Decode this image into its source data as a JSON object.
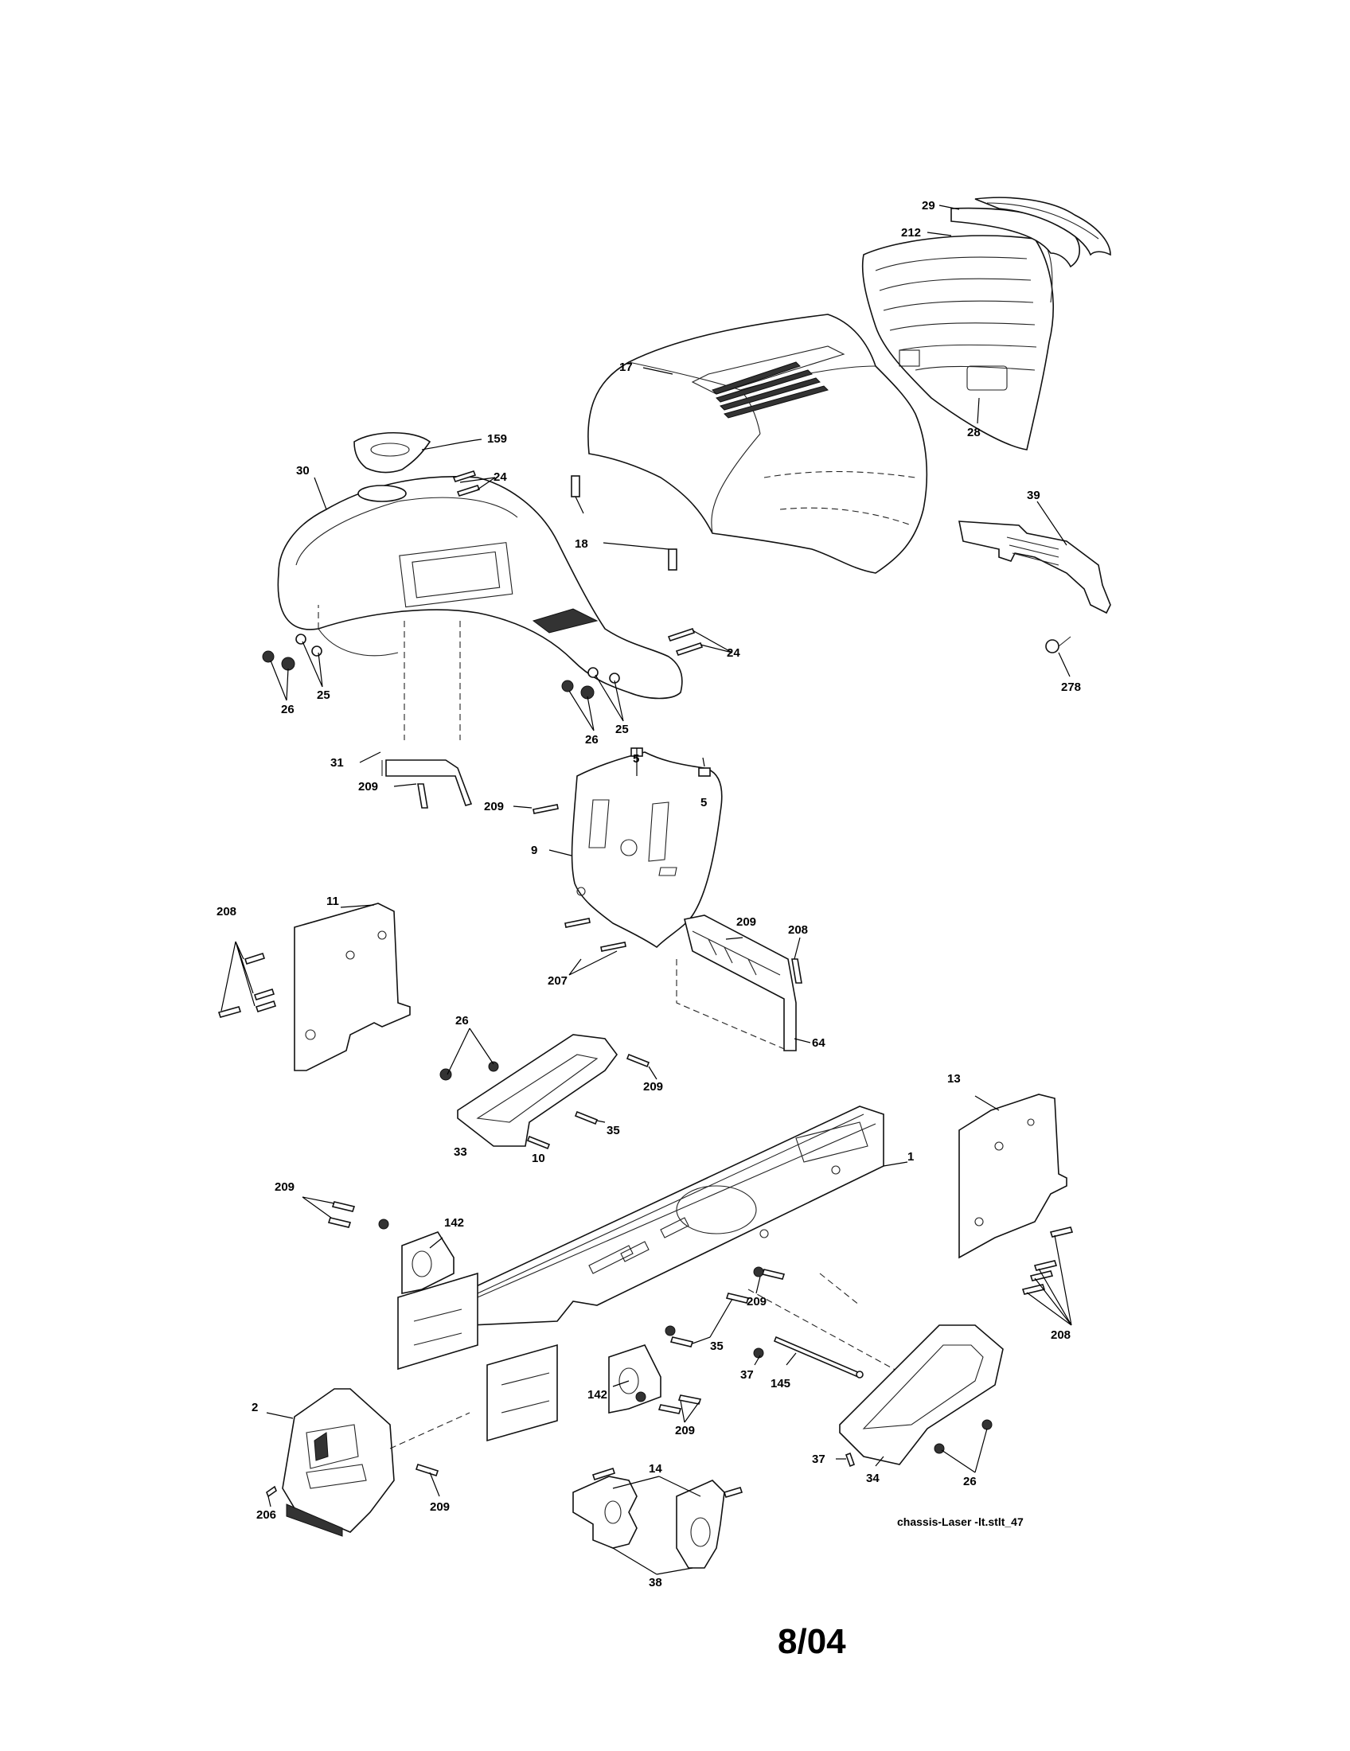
{
  "diagram": {
    "type": "exploded-parts-diagram",
    "caption": "chassis-Laser -lt.stlt_47",
    "page_date": "8/04",
    "callouts": [
      {
        "id": "29",
        "text": "29"
      },
      {
        "id": "212",
        "text": "212"
      },
      {
        "id": "17",
        "text": "17"
      },
      {
        "id": "159",
        "text": "159"
      },
      {
        "id": "30",
        "text": "30"
      },
      {
        "id": "24a",
        "text": "24"
      },
      {
        "id": "28",
        "text": "28"
      },
      {
        "id": "39",
        "text": "39"
      },
      {
        "id": "18",
        "text": "18"
      },
      {
        "id": "24b",
        "text": "24"
      },
      {
        "id": "278",
        "text": "278"
      },
      {
        "id": "25a",
        "text": "25"
      },
      {
        "id": "26a",
        "text": "26"
      },
      {
        "id": "25b",
        "text": "25"
      },
      {
        "id": "26b",
        "text": "26"
      },
      {
        "id": "31",
        "text": "31"
      },
      {
        "id": "209a",
        "text": "209"
      },
      {
        "id": "5a",
        "text": "5"
      },
      {
        "id": "5b",
        "text": "5"
      },
      {
        "id": "209b",
        "text": "209"
      },
      {
        "id": "9",
        "text": "9"
      },
      {
        "id": "208a",
        "text": "208"
      },
      {
        "id": "11",
        "text": "11"
      },
      {
        "id": "209c",
        "text": "209"
      },
      {
        "id": "208b",
        "text": "208"
      },
      {
        "id": "207",
        "text": "207"
      },
      {
        "id": "64",
        "text": "64"
      },
      {
        "id": "26c",
        "text": "26"
      },
      {
        "id": "209d",
        "text": "209"
      },
      {
        "id": "13",
        "text": "13"
      },
      {
        "id": "35a",
        "text": "35"
      },
      {
        "id": "33",
        "text": "33"
      },
      {
        "id": "10",
        "text": "10"
      },
      {
        "id": "1",
        "text": "1"
      },
      {
        "id": "209e",
        "text": "209"
      },
      {
        "id": "142a",
        "text": "142"
      },
      {
        "id": "209f",
        "text": "209"
      },
      {
        "id": "35b",
        "text": "35"
      },
      {
        "id": "208c",
        "text": "208"
      },
      {
        "id": "37a",
        "text": "37"
      },
      {
        "id": "145",
        "text": "145"
      },
      {
        "id": "2",
        "text": "2"
      },
      {
        "id": "142b",
        "text": "142"
      },
      {
        "id": "209g",
        "text": "209"
      },
      {
        "id": "37b",
        "text": "37"
      },
      {
        "id": "34",
        "text": "34"
      },
      {
        "id": "26d",
        "text": "26"
      },
      {
        "id": "14",
        "text": "14"
      },
      {
        "id": "206",
        "text": "206"
      },
      {
        "id": "209h",
        "text": "209"
      },
      {
        "id": "38",
        "text": "38"
      }
    ]
  }
}
